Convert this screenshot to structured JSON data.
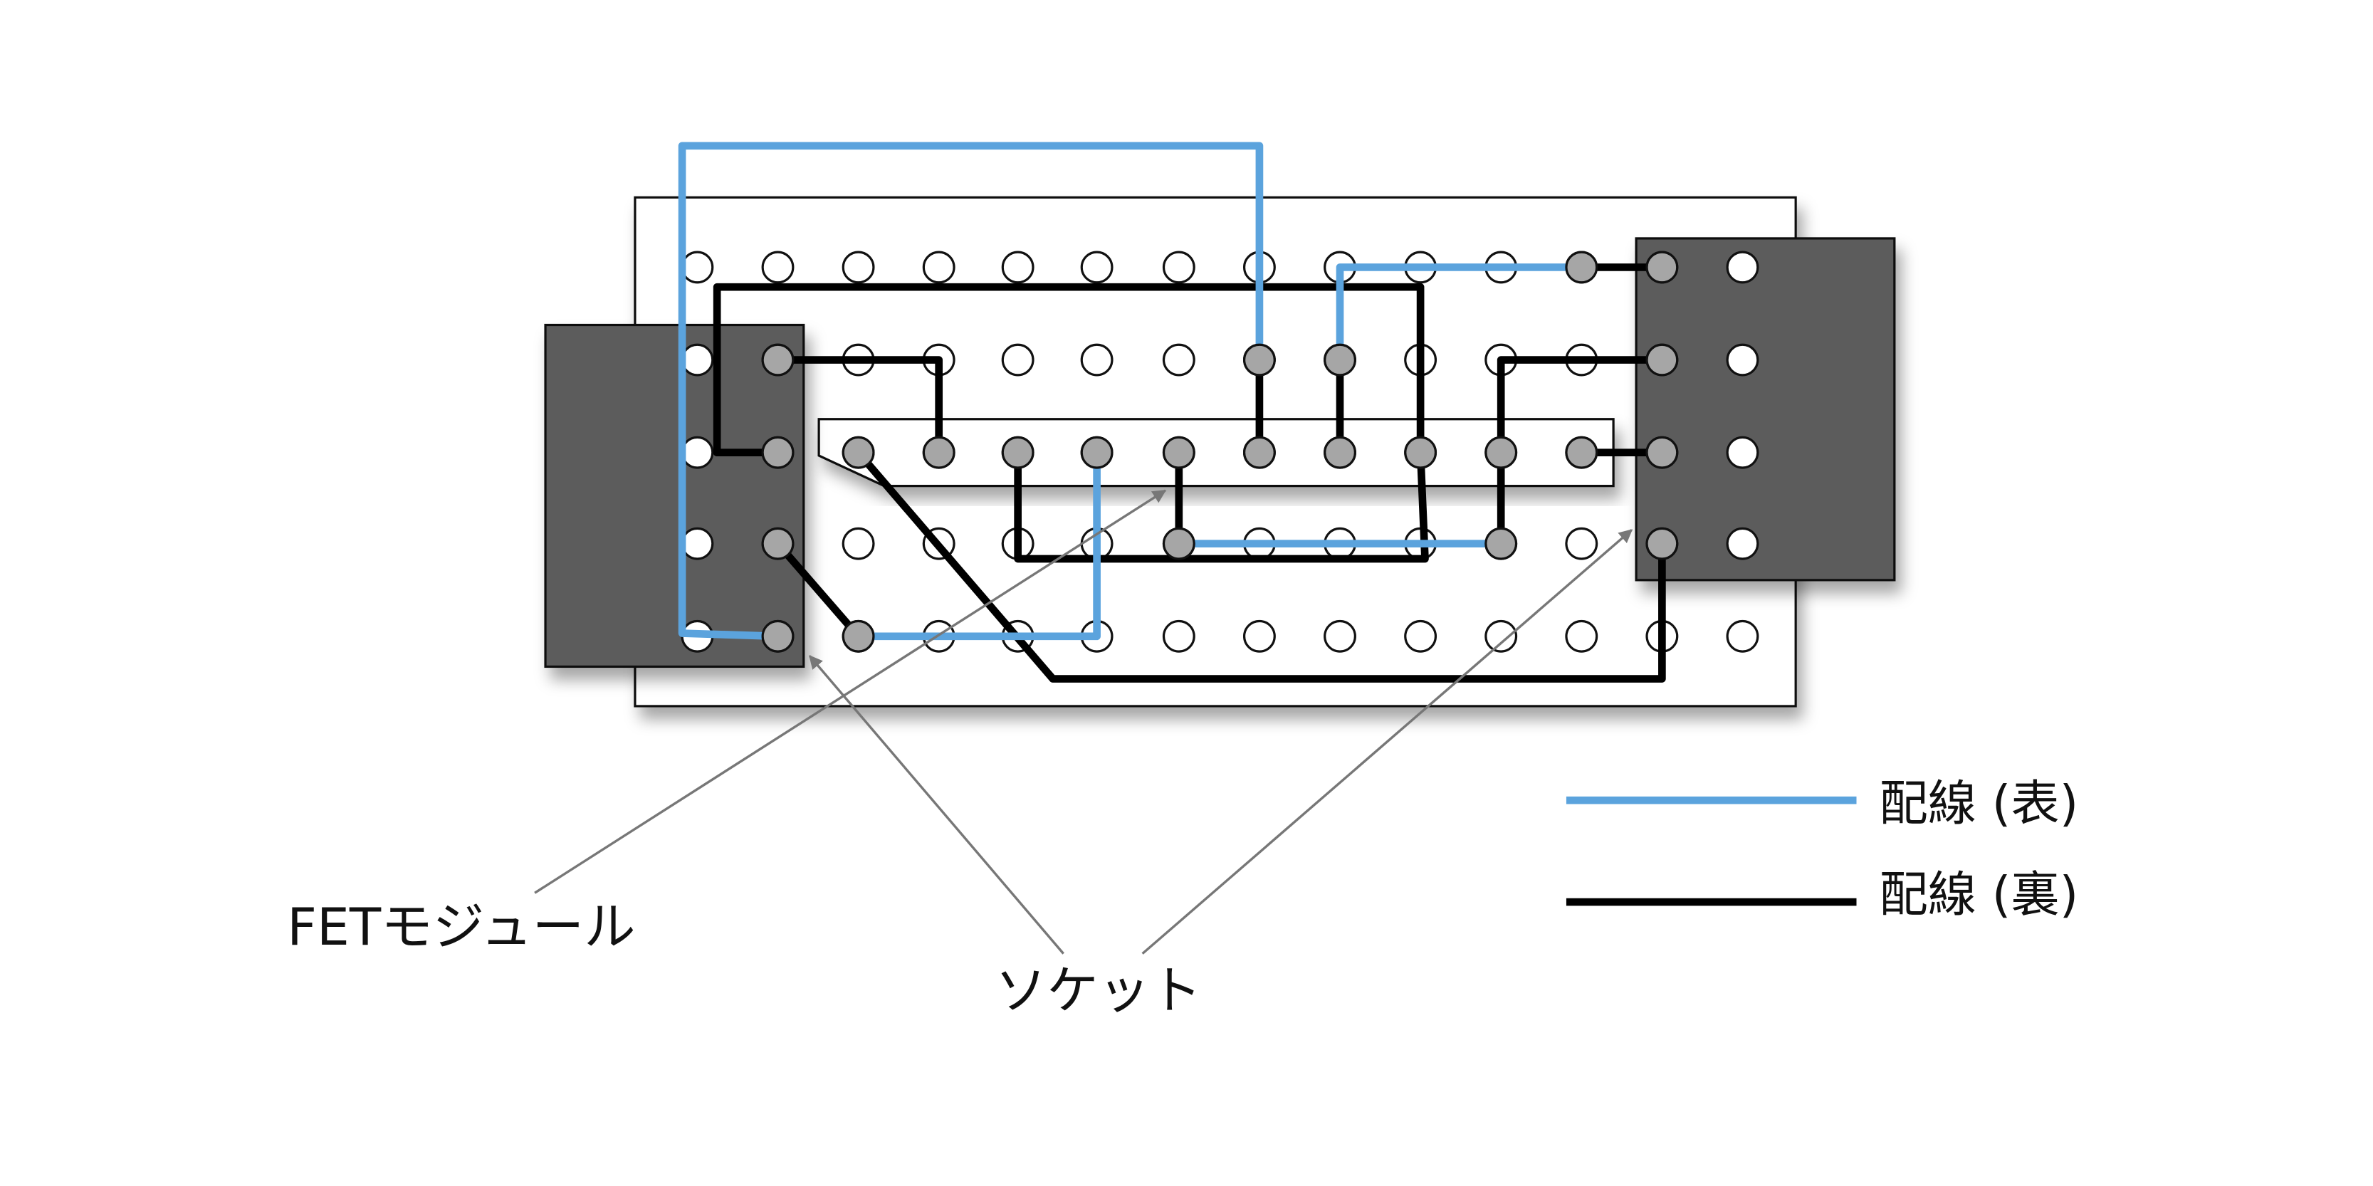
{
  "labels": {
    "fet_module": "FETモジュール",
    "socket": "ソケット"
  },
  "legend": {
    "front_wiring": "配線 (表)",
    "back_wiring": "配線 (裏)"
  },
  "colors": {
    "front_wire": "#5ba3dd",
    "back_wire": "#000000",
    "module": "#5c5c5c",
    "connected_hole": "#a6a6a6",
    "arrow": "#777777"
  }
}
